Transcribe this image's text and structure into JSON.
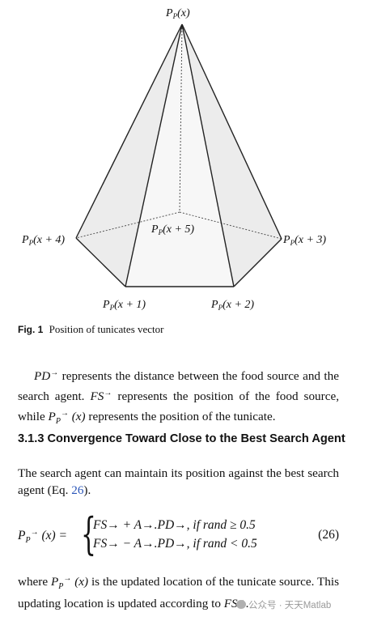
{
  "figure": {
    "labels": {
      "top": "P",
      "top_arg": "(x)",
      "left": "P",
      "left_arg": "(x + 4)",
      "right": "P",
      "right_arg": "(x + 3)",
      "center": "P",
      "center_arg": "(x + 5)",
      "bottom_left": "P",
      "bottom_left_arg": "(x + 1)",
      "bottom_right": "P",
      "bottom_right_arg": "(x + 2)",
      "subscript": "P"
    }
  },
  "caption": {
    "label": "Fig. 1",
    "text": "Position of tunicates vector"
  },
  "para1": {
    "pd": "PD",
    "t1": " represents the distance between the food source and the search agent. ",
    "fs": "FS",
    "t2": " represents the position of the food source, while ",
    "pp": "P",
    "pp_sub": "P",
    "pp_arg": " (x)",
    "t3": " represents the position of the tunicate."
  },
  "heading": "3.1.3  Convergence Toward Close to the Best Search Agent",
  "para2": {
    "t1": "The search agent can maintain its position against the best search agent (Eq. ",
    "ref": "26",
    "t2": ")."
  },
  "equation": {
    "lhs_p": "P",
    "lhs_sub": "P",
    "lhs_arg": " (x) =",
    "case1": "FS→ + A→.PD→, if rand ≥ 0.5",
    "case2": "FS→ − A→.PD→, if rand < 0.5",
    "number": "(26)"
  },
  "para3": {
    "t1": "where ",
    "pp": "P",
    "pp_sub": "P",
    "pp_arg": " (x)",
    "t2": " is the updated location of the tunicate source. This updating location is updated according to ",
    "fs": "FS",
    "t3": "."
  },
  "watermark": "公众号 · 天天Matlab",
  "arrow_glyph": "→"
}
